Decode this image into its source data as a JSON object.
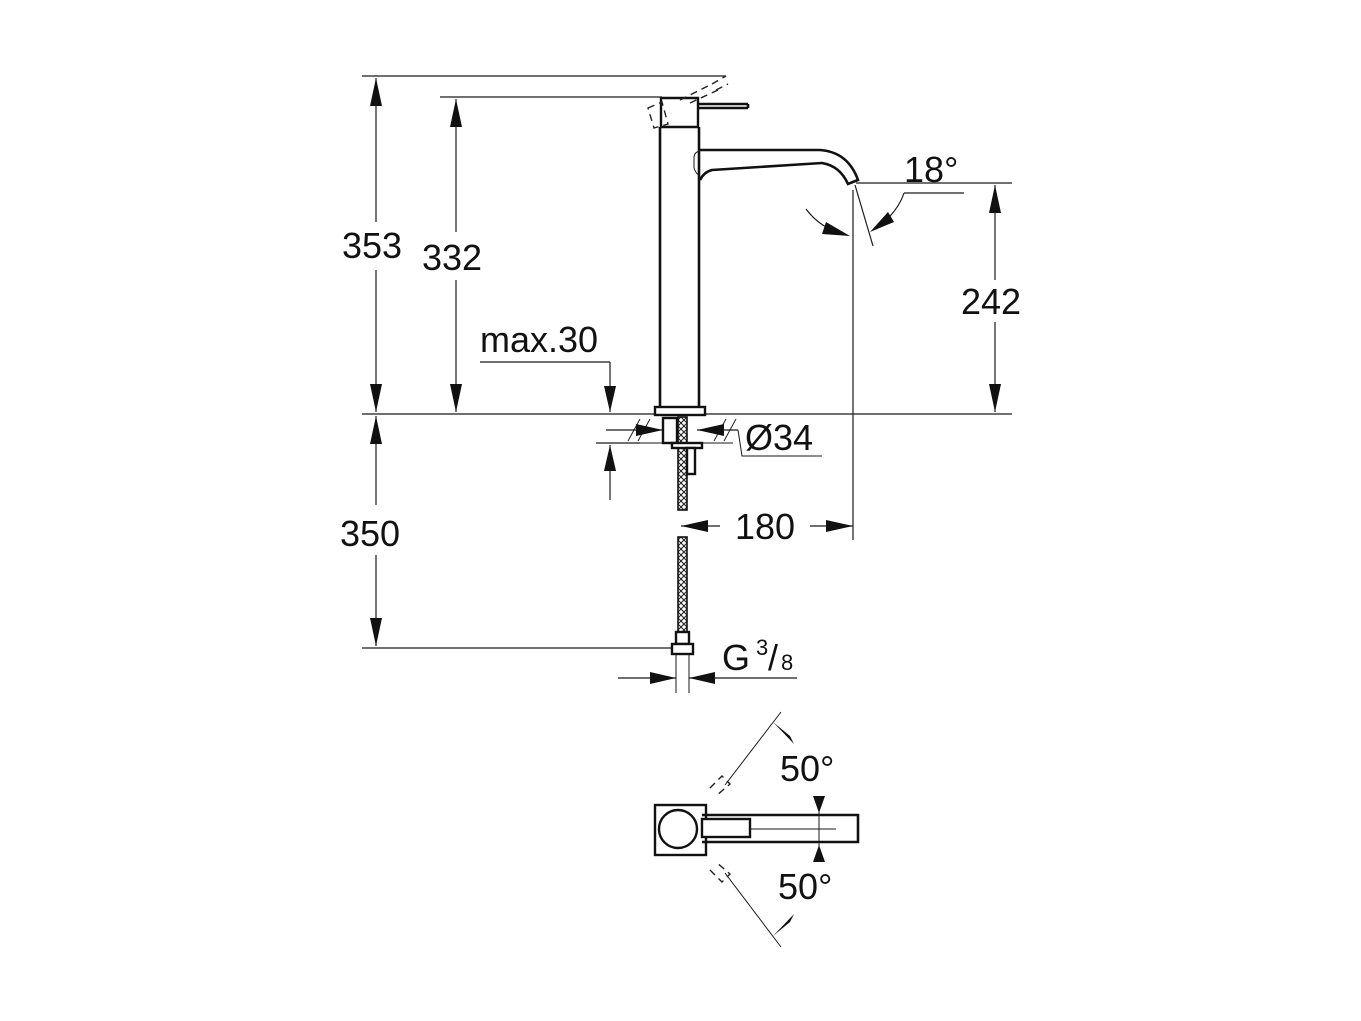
{
  "drawing": {
    "title": "Tall basin mixer – dimension drawing",
    "units": "mm",
    "colors": {
      "line": "#111111",
      "background": "#ffffff"
    }
  },
  "dimensions": {
    "overall_height_lever_up": "353",
    "height_to_lever": "332",
    "spout_outlet_height": "242",
    "max_deck_thickness": "max.30",
    "hole_diameter": "Ø34",
    "spout_projection": "180",
    "hose_length": "350",
    "connection_thread_prefix": "G",
    "connection_thread_num": "3",
    "connection_thread_den": "8",
    "spout_angle": "18°",
    "swivel_angle_top": "50°",
    "swivel_angle_bottom": "50°"
  },
  "views": {
    "side": "side-elevation",
    "plan": "plan-view"
  }
}
